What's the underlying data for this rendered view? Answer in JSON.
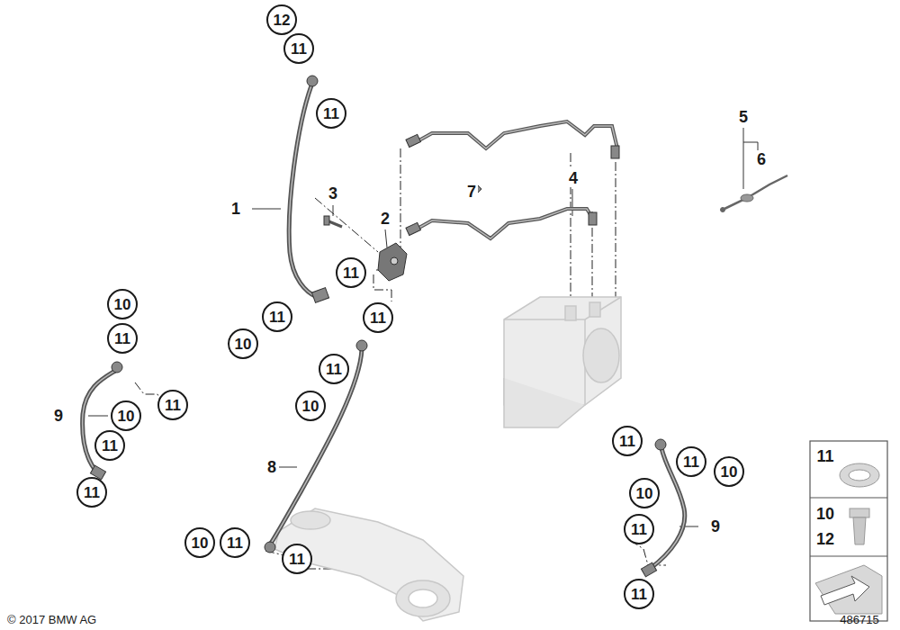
{
  "diagram": {
    "labels": [
      "12",
      "11",
      "11",
      "1",
      "3",
      "2",
      "7",
      "4",
      "5",
      "6",
      "11",
      "11",
      "10",
      "11",
      "10",
      "11",
      "11",
      "9",
      "10",
      "11",
      "11",
      "11",
      "10",
      "8",
      "10",
      "11",
      "11",
      "11",
      "11",
      "10",
      "10",
      "9",
      "11",
      "11",
      "11",
      "10",
      "12",
      "© 2017 BMW AG",
      "486715"
    ]
  }
}
